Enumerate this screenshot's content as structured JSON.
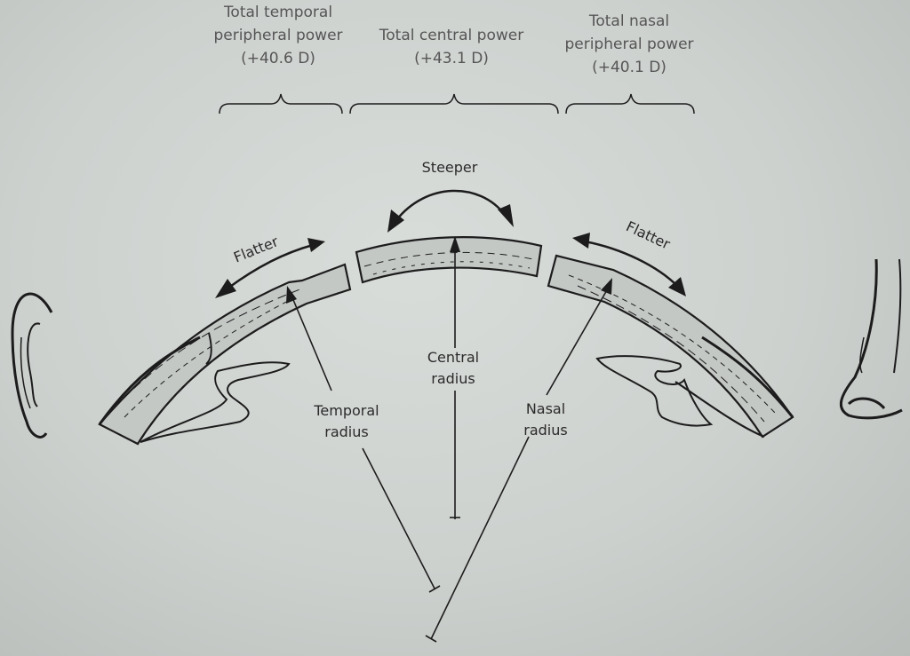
{
  "header": {
    "temporal": [
      "Total temporal",
      "peripheral power",
      "(+40.6 D)"
    ],
    "central": [
      "Total central power",
      "(+43.1 D)"
    ],
    "nasal": [
      "Total nasal",
      "peripheral power",
      "(+40.1 D)"
    ]
  },
  "arrows": {
    "steeper": "Steeper",
    "flatter_left": "Flatter",
    "flatter_right": "Flatter"
  },
  "radii": {
    "temporal": [
      "Temporal",
      "radius"
    ],
    "central": [
      "Central",
      "radius"
    ],
    "nasal": [
      "Nasal",
      "radius"
    ]
  },
  "colors": {
    "ink": "#1c1c1c",
    "paper": "#d3d7d4",
    "header_text": "#555555"
  }
}
